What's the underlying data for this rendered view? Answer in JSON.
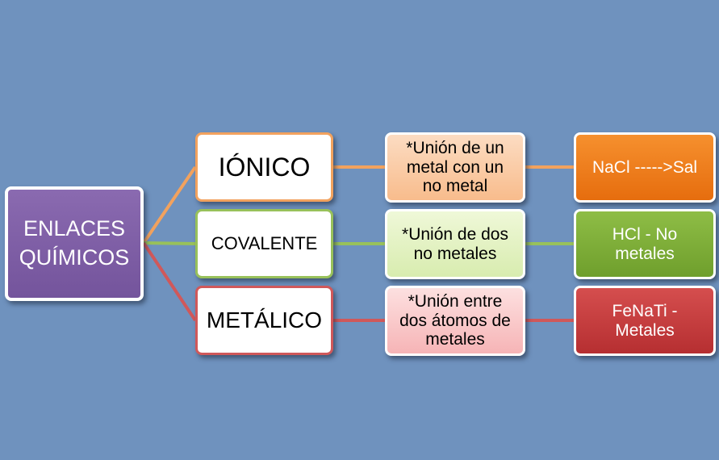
{
  "root": {
    "label": "ENLACES\nQUÍMICOS",
    "color": "#7a5aa3"
  },
  "branches": [
    {
      "key": "ionic",
      "type_label": "IÓNICO",
      "description": "*Unión de un\nmetal con un\nno metal",
      "example": "NaCl ----->Sal",
      "color": "#f08a2c"
    },
    {
      "key": "covalent",
      "type_label": "COVALENTE",
      "description": "*Unión de dos\nno metales",
      "example": "HCl - No\nmetales",
      "color": "#7eab3a"
    },
    {
      "key": "metallic",
      "type_label": "METÁLICO",
      "description": "*Unión entre\ndos átomos de\nmetales",
      "example": "FeNaTi -\nMetales",
      "color": "#c43c3e"
    }
  ]
}
